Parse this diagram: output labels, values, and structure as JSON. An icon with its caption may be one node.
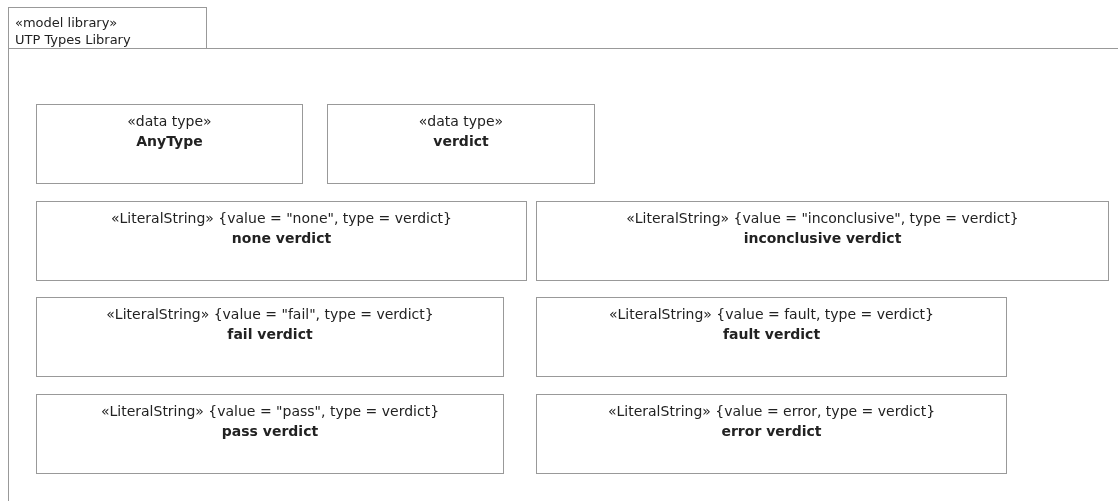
{
  "diagram": {
    "nodes": [
      {
        "text": [
          "«model library»",
          "UTP Types Library"
        ]
      },
      {
        "text": [
          "«data type»",
          "AnyType"
        ],
        "in": 0
      },
      {
        "text": [
          "«data type»",
          "verdict"
        ],
        "in": 0
      },
      {
        "text": [
          "«LiteralString» {value = \"none\", type = verdict}",
          "none verdict"
        ],
        "in": 0
      },
      {
        "text": [
          "«LiteralString» {value = \"inconclusive\", type = verdict}",
          "inconclusive verdict"
        ],
        "in": 0
      },
      {
        "text": [
          "«LiteralString» {value = \"fail\", type = verdict}",
          "fail verdict"
        ],
        "in": 0
      },
      {
        "text": [
          "«LiteralString» {value = fault, type = verdict}",
          "fault verdict"
        ],
        "in": 0
      },
      {
        "text": [
          "«LiteralString» {value = \"pass\", type = verdict}",
          "pass verdict"
        ],
        "in": 0
      },
      {
        "text": [
          "«LiteralString» {value = error, type = verdict}",
          "error verdict"
        ],
        "in": 0
      }
    ]
  }
}
